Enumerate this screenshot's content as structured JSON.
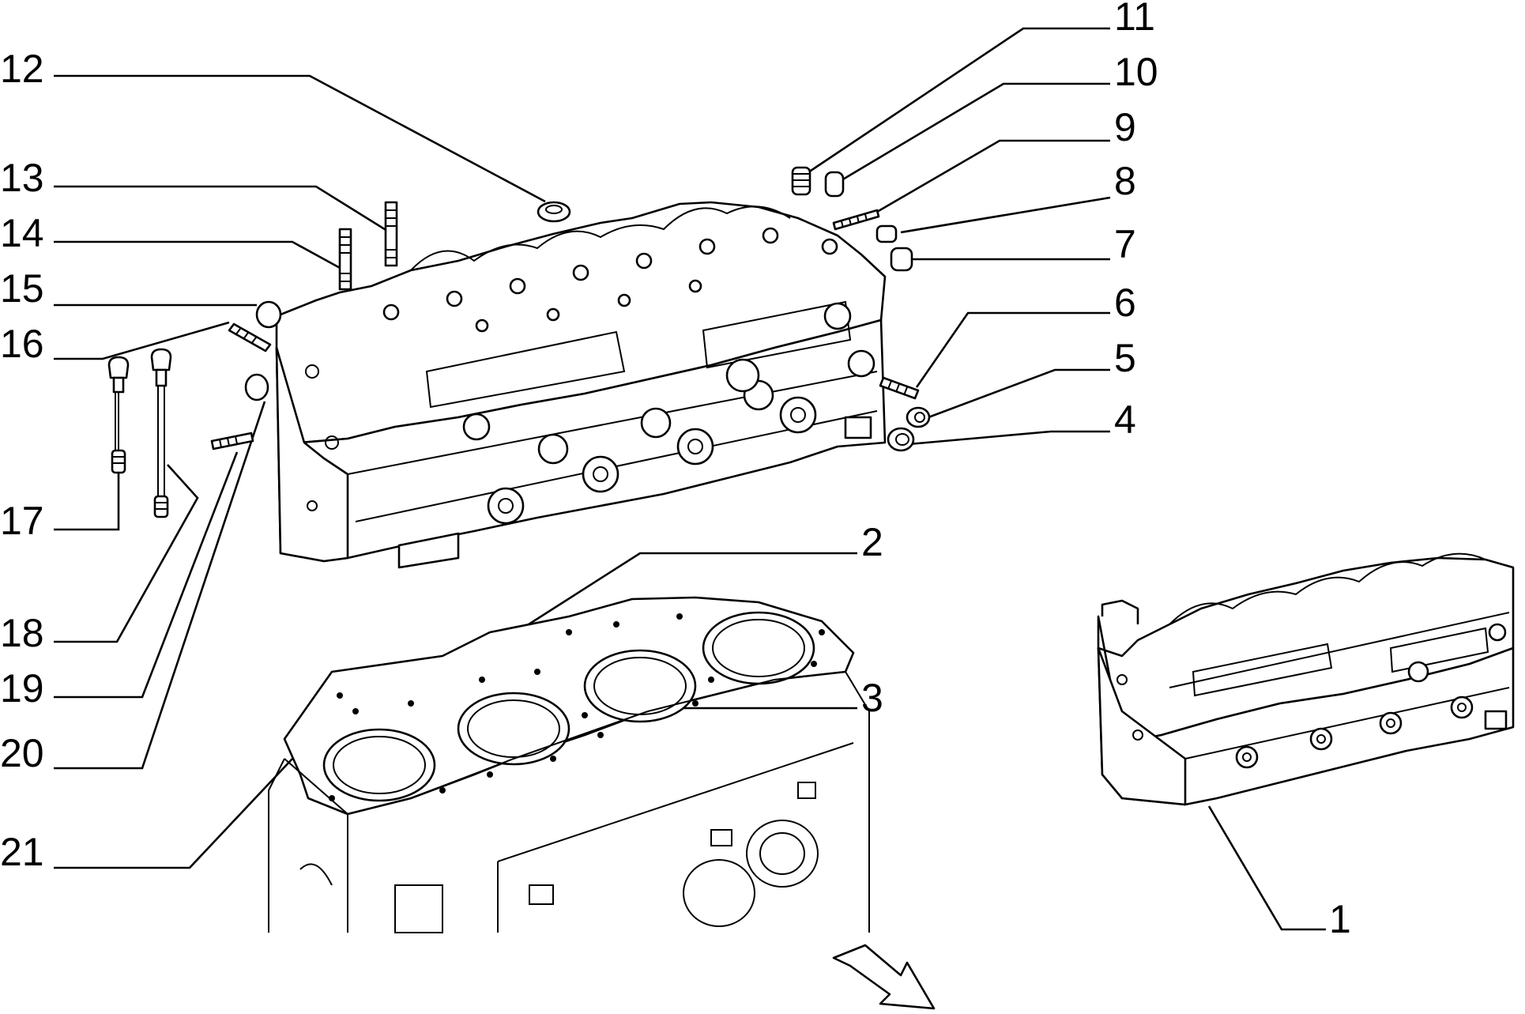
{
  "colors": {
    "ink": "#000000",
    "paper": "#ffffff"
  },
  "callouts": [
    {
      "number": "1",
      "part": "cylinder-head-assembly"
    },
    {
      "number": "2",
      "part": "seal-ring"
    },
    {
      "number": "3",
      "part": "dowel-bush"
    },
    {
      "number": "4",
      "part": "plug"
    },
    {
      "number": "5",
      "part": "bush"
    },
    {
      "number": "6",
      "part": "stud"
    },
    {
      "number": "7",
      "part": "plug"
    },
    {
      "number": "8",
      "part": "plug"
    },
    {
      "number": "9",
      "part": "stud"
    },
    {
      "number": "10",
      "part": "plug"
    },
    {
      "number": "11",
      "part": "spring-plug"
    },
    {
      "number": "12",
      "part": "seal-ring"
    },
    {
      "number": "13",
      "part": "stud"
    },
    {
      "number": "14",
      "part": "stud"
    },
    {
      "number": "15",
      "part": "plug"
    },
    {
      "number": "16",
      "part": "stud"
    },
    {
      "number": "17",
      "part": "head-bolt-short"
    },
    {
      "number": "18",
      "part": "head-bolt-long"
    },
    {
      "number": "19",
      "part": "stud"
    },
    {
      "number": "20",
      "part": "plug"
    },
    {
      "number": "21",
      "part": "head-gasket"
    }
  ],
  "direction_icon": "arrow-down-right-icon"
}
